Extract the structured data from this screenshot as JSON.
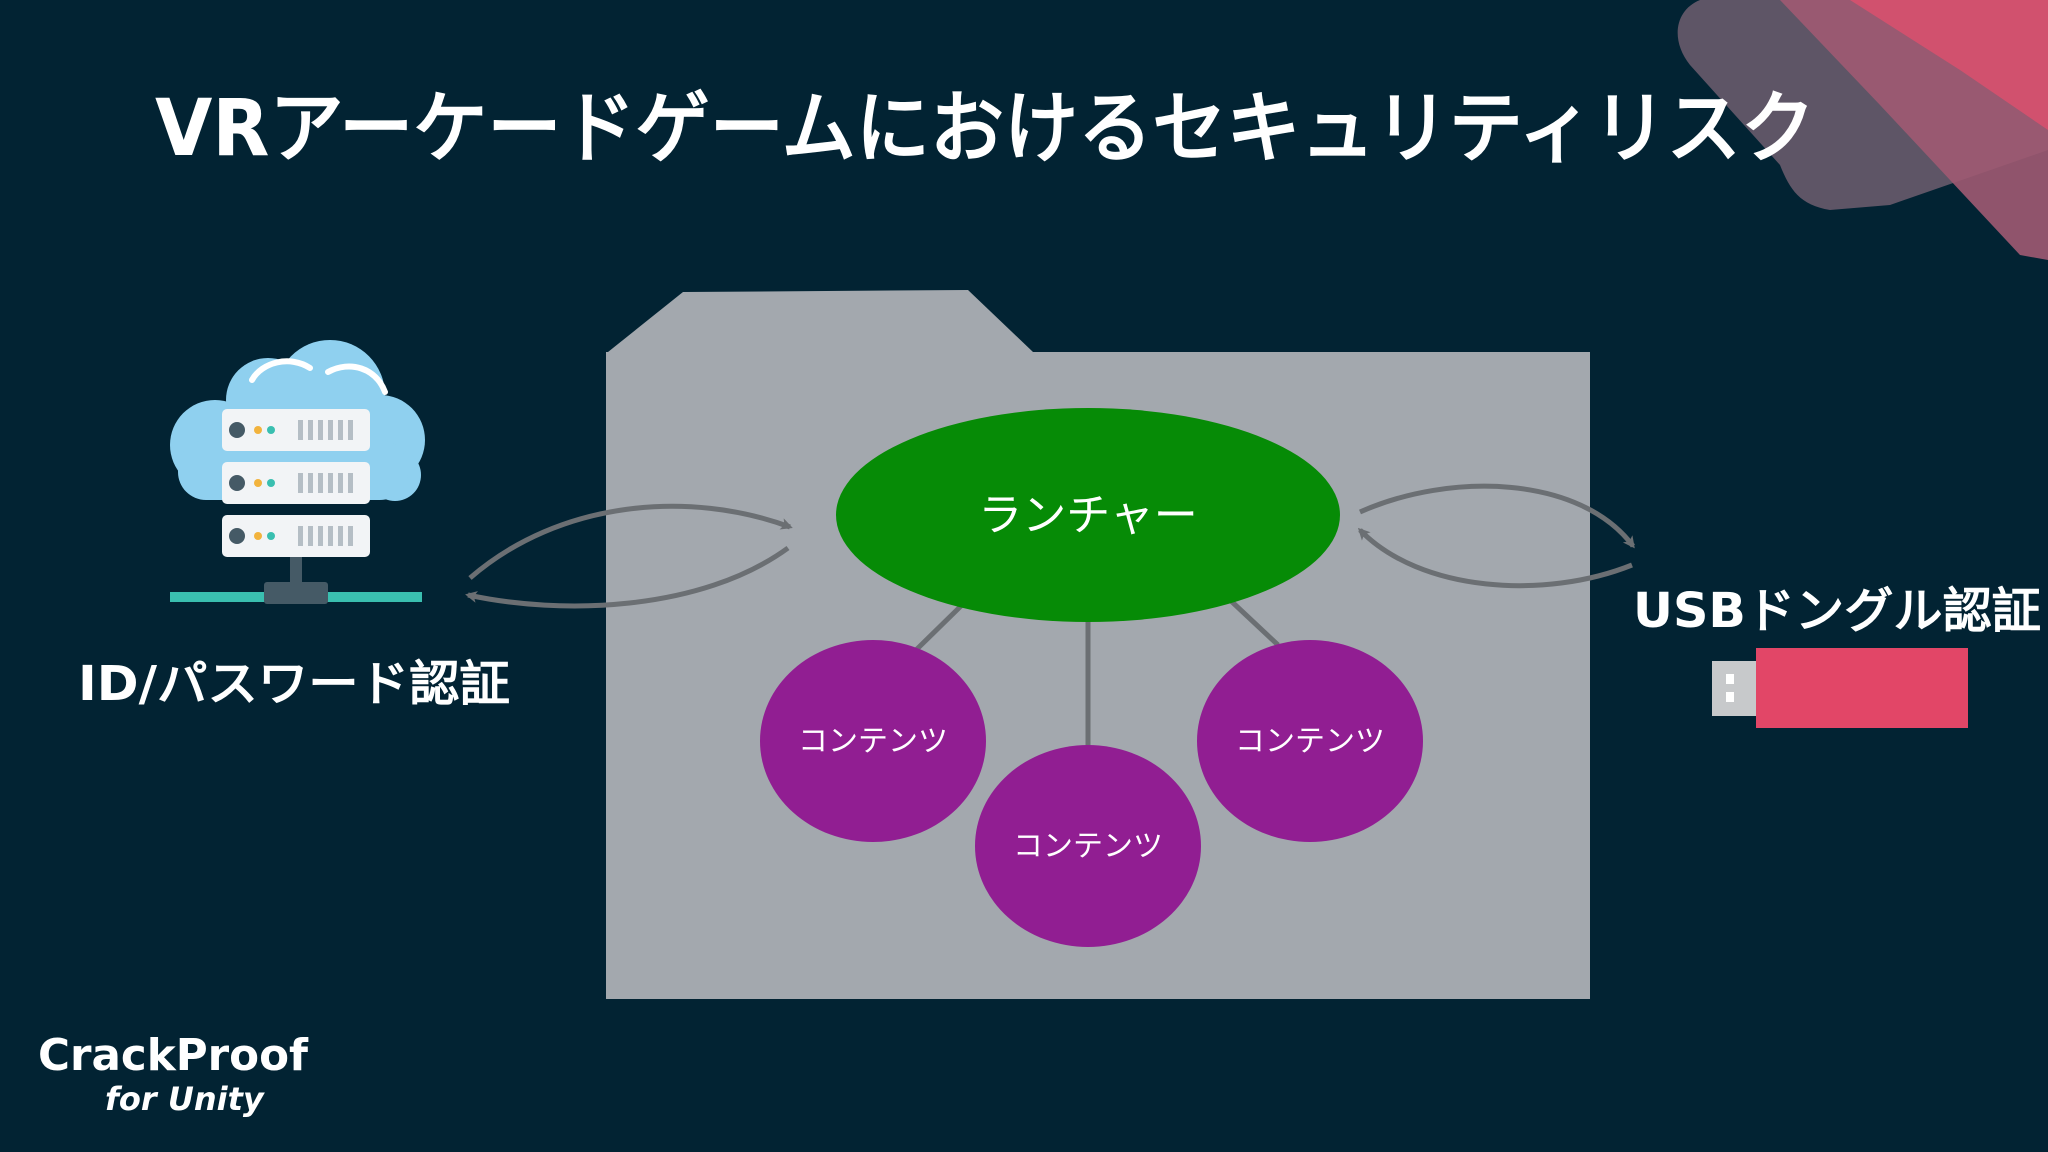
{
  "title": "VRアーケードゲームにおけるセキュリティリスク",
  "left_label": "ID/パスワード認証",
  "right_label": "USBドングル認証",
  "launcher_label": "ランチャー",
  "contents": [
    {
      "label": "コンテンツ"
    },
    {
      "label": "コンテンツ"
    },
    {
      "label": "コンテンツ"
    }
  ],
  "logo": {
    "line1": "CrackProof",
    "line2": "for Unity"
  },
  "icons": {
    "server": "cloud-server-icon",
    "usb": "usb-dongle-icon",
    "folder": "folder-icon"
  },
  "colors": {
    "background": "#022333",
    "folder": "#A3A8AE",
    "launcher": "#068B06",
    "content": "#911E92",
    "usb": "#E24667",
    "accent": "#E24667"
  }
}
